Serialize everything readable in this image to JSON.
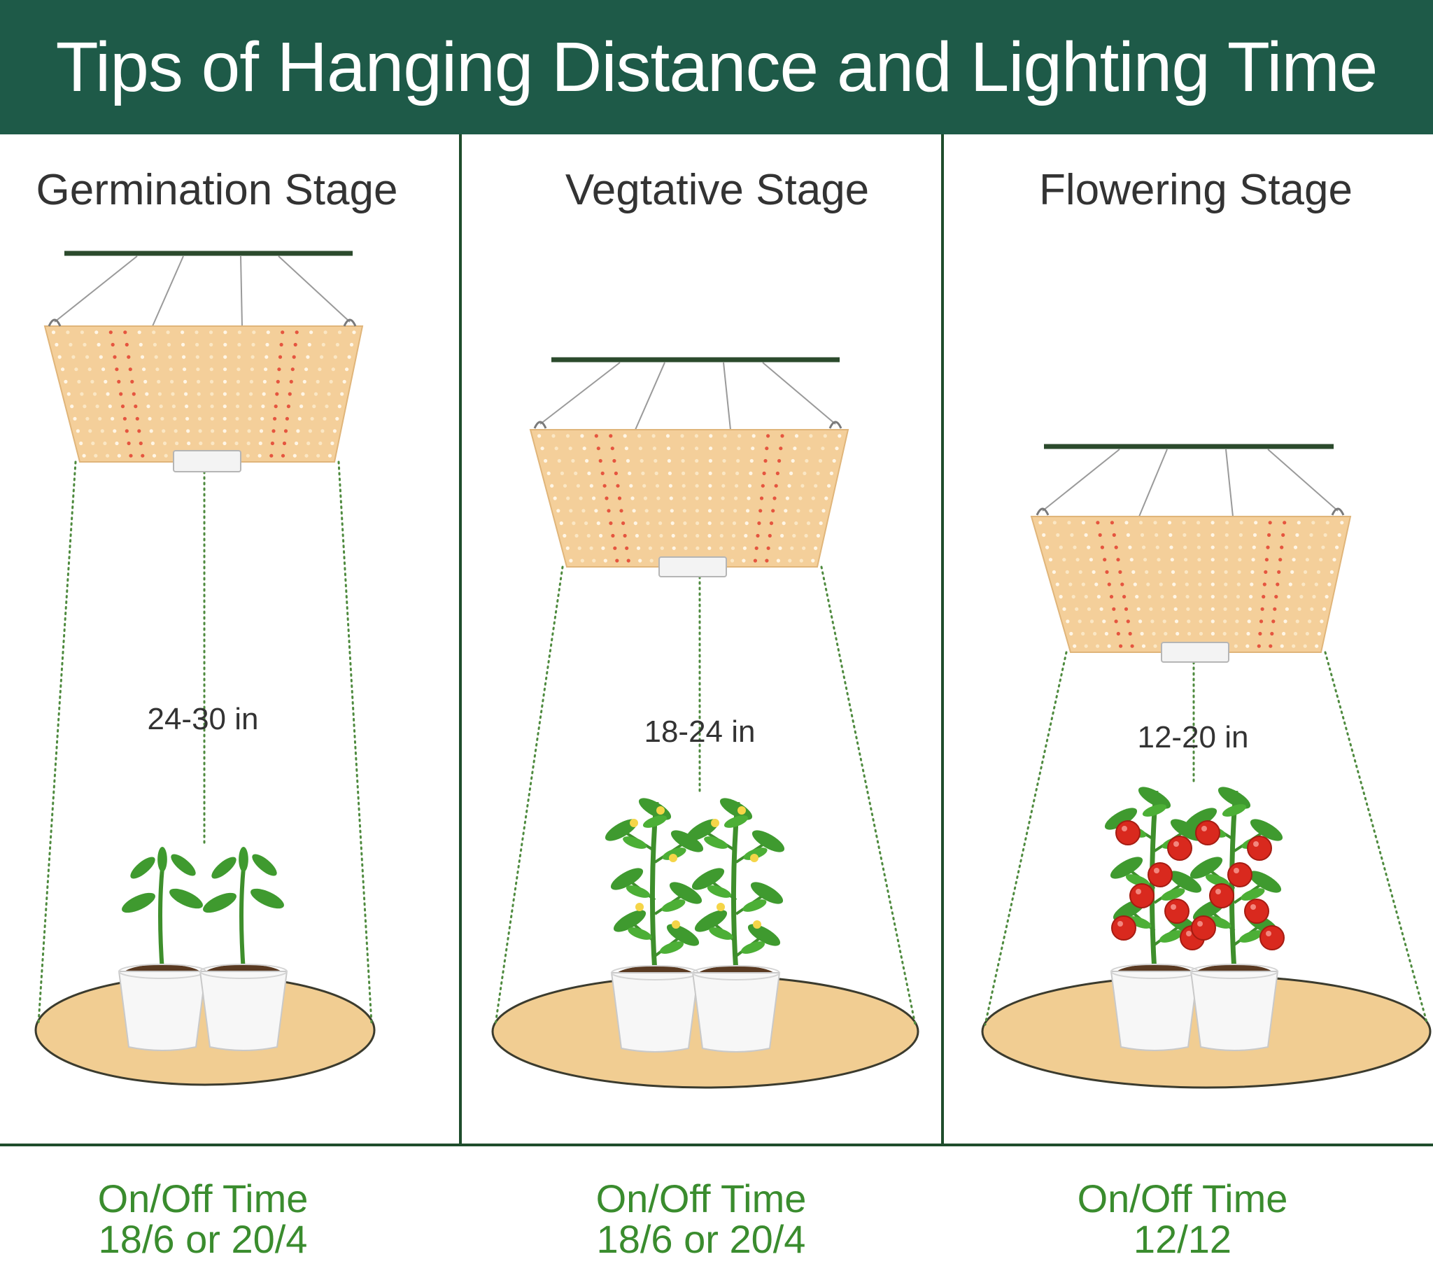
{
  "title": "Tips of Hanging Distance and Lighting Time",
  "colors": {
    "header_bg": "#1e5a48",
    "divider": "#1f4d2c",
    "panel_fill": "#f4cf9a",
    "floor_fill": "#f1cd92",
    "dotted_line": "#4e8a3e",
    "timer_text": "#3a8c2e",
    "stage_text": "#333333"
  },
  "stages": [
    {
      "name": "Germination Stage",
      "distance": "24-30 in",
      "timer_label": "On/Off Time",
      "timer_value": "18/6 or 20/4",
      "plant": "seedling"
    },
    {
      "name": "Vegtative Stage",
      "distance": "18-24 in",
      "timer_label": "On/Off Time",
      "timer_value": "18/6 or 20/4",
      "plant": "flowering-sprout"
    },
    {
      "name": "Flowering Stage",
      "distance": "12-20 in",
      "timer_label": "On/Off Time",
      "timer_value": "12/12",
      "plant": "tomato-plant"
    }
  ]
}
